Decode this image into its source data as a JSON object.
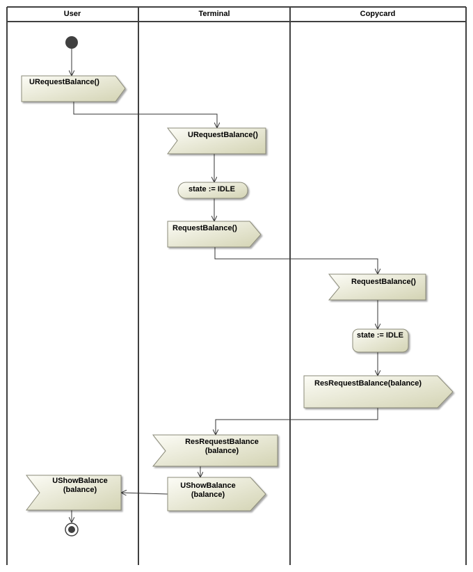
{
  "lanes": {
    "user": "User",
    "terminal": "Terminal",
    "copycard": "Copycard"
  },
  "nodes": {
    "send_urequest": "URequestBalance()",
    "recv_urequest": "URequestBalance()",
    "terminal_state": "state := IDLE",
    "send_request": "RequestBalance()",
    "recv_request": "RequestBalance()",
    "copycard_state": "state := IDLE",
    "send_resrequest": "ResRequestBalance(balance)",
    "recv_resrequest_line1": "ResRequestBalance",
    "recv_resrequest_line2": "(balance)",
    "send_ushow_line1": "UShowBalance",
    "send_ushow_line2": "(balance)",
    "recv_ushow_line1": "UShowBalance",
    "recv_ushow_line2": "(balance)"
  },
  "colors": {
    "node_fill_light": "#fbfbf4",
    "node_fill_dark": "#d6d6b8",
    "node_stroke": "#8a8a78",
    "lane_line": "#404040",
    "flow_line": "#333333",
    "start_node": "#404040"
  }
}
